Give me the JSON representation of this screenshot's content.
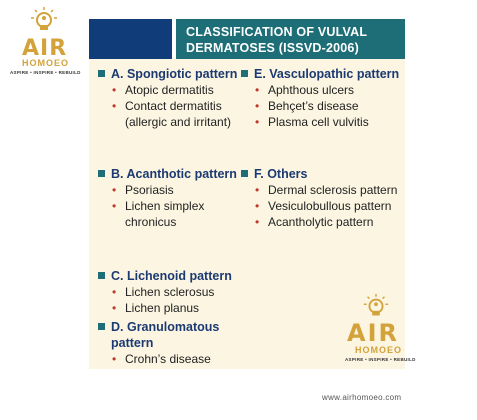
{
  "logo": {
    "word": "AIR",
    "sub": "HOMOEO",
    "tagline": "ASPIRE • INSPIRE • REBUILD"
  },
  "title": {
    "line1": "CLASSIFICATION OF VULVAL",
    "line2": "DERMATOSES (ISSVD-2006)"
  },
  "sections": [
    {
      "heading": "A. Spongiotic pattern",
      "items": [
        "Atopic dermatitis",
        "Contact dermatitis (allergic and irritant)"
      ]
    },
    {
      "heading": "B. Acanthotic pattern",
      "items": [
        "Psoriasis",
        "Lichen simplex chronicus"
      ]
    },
    {
      "heading": "C. Lichenoid pattern",
      "items": [
        "Lichen sclerosus",
        "Lichen planus"
      ]
    },
    {
      "heading": "D. Granulomatous pattern",
      "items": [
        "Crohn’s disease"
      ]
    },
    {
      "heading": "E. Vasculopathic pattern",
      "items": [
        "Aphthous ulcers",
        "Behçet’s disease",
        "Plasma cell vulvitis"
      ]
    },
    {
      "heading": "F. Others",
      "items": [
        "Dermal sclerosis pattern",
        "Vesiculobullous pattern",
        "Acantholytic pattern"
      ]
    }
  ],
  "footer": {
    "url": "www.airhomoeo.com"
  },
  "colors": {
    "title_bg": "#1e6e77",
    "block_bg": "#113c7a",
    "heading": "#1c3a72",
    "bullet": "#c0392b",
    "panel_bg": "#fbf5e2",
    "logo": "#d4a23a"
  },
  "icons": {
    "logo": "lightbulb-person-icon",
    "bullet": "square-bullet-icon",
    "list_dot": "red-dot-icon"
  }
}
